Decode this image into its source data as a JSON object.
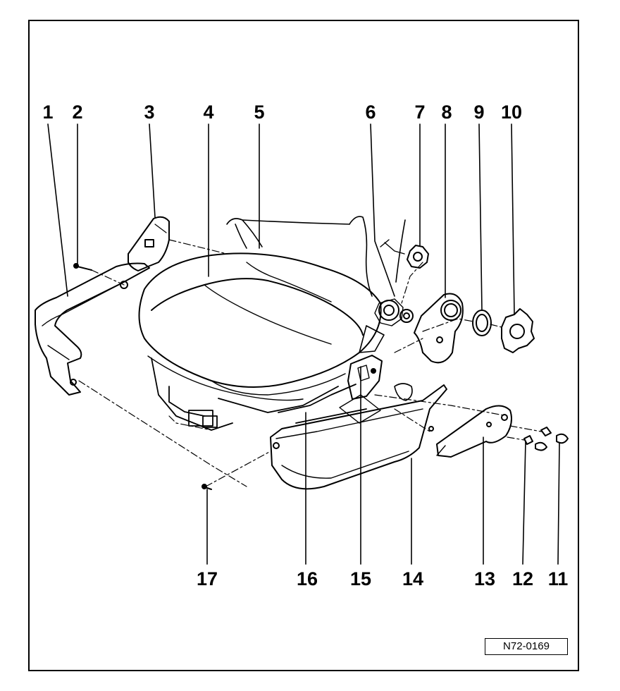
{
  "diagram": {
    "callouts": [
      "1",
      "2",
      "3",
      "4",
      "5",
      "6",
      "7",
      "8",
      "9",
      "10",
      "11",
      "12",
      "13",
      "14",
      "15",
      "16",
      "17"
    ],
    "reference_code": "N72-0169"
  }
}
